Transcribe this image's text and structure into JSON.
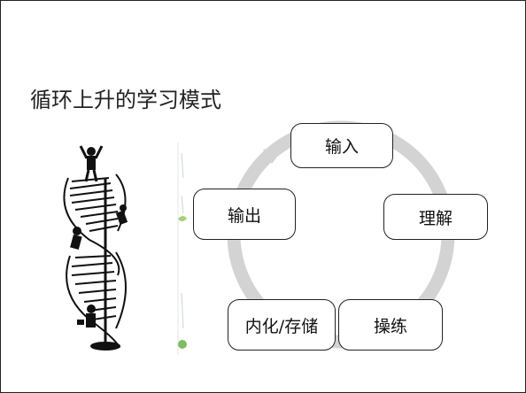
{
  "slide": {
    "title": "循环上升的学习模式",
    "cycle": [
      {
        "label": "输入"
      },
      {
        "label": "理解"
      },
      {
        "label": "操练"
      },
      {
        "label": "内化/存储"
      },
      {
        "label": "输出"
      }
    ],
    "colors": {
      "ring": "#cfcfcf",
      "box_border": "#222222",
      "text": "#111111"
    },
    "illustration": {
      "subject": "businessmen climbing spiral staircase",
      "side_strip_icons": [
        "leaf-icon",
        "download-badge-icon"
      ]
    }
  }
}
